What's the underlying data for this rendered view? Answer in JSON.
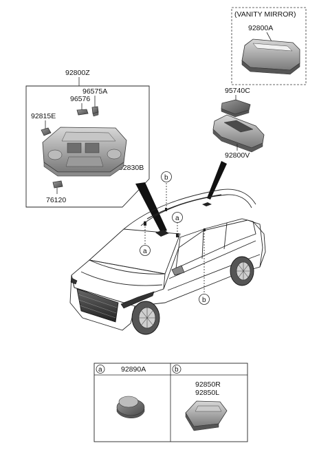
{
  "vanity_box": {
    "title": "(VANITY MIRROR)",
    "part": "92800A"
  },
  "overhead_group": {
    "assembly": "92800Z",
    "parts": {
      "p96575A": "96575A",
      "p96576": "96576",
      "p92815E": "92815E",
      "p92830B": "92830B",
      "p76120": "76120"
    }
  },
  "room_lamp": {
    "p95740C": "95740C",
    "p92800V": "92800V"
  },
  "callouts": {
    "a": "a",
    "b": "b"
  },
  "legend_table": {
    "a_key": "a",
    "a_part": "92890A",
    "b_key": "b",
    "b_part_r": "92850R",
    "b_part_l": "92850L"
  }
}
